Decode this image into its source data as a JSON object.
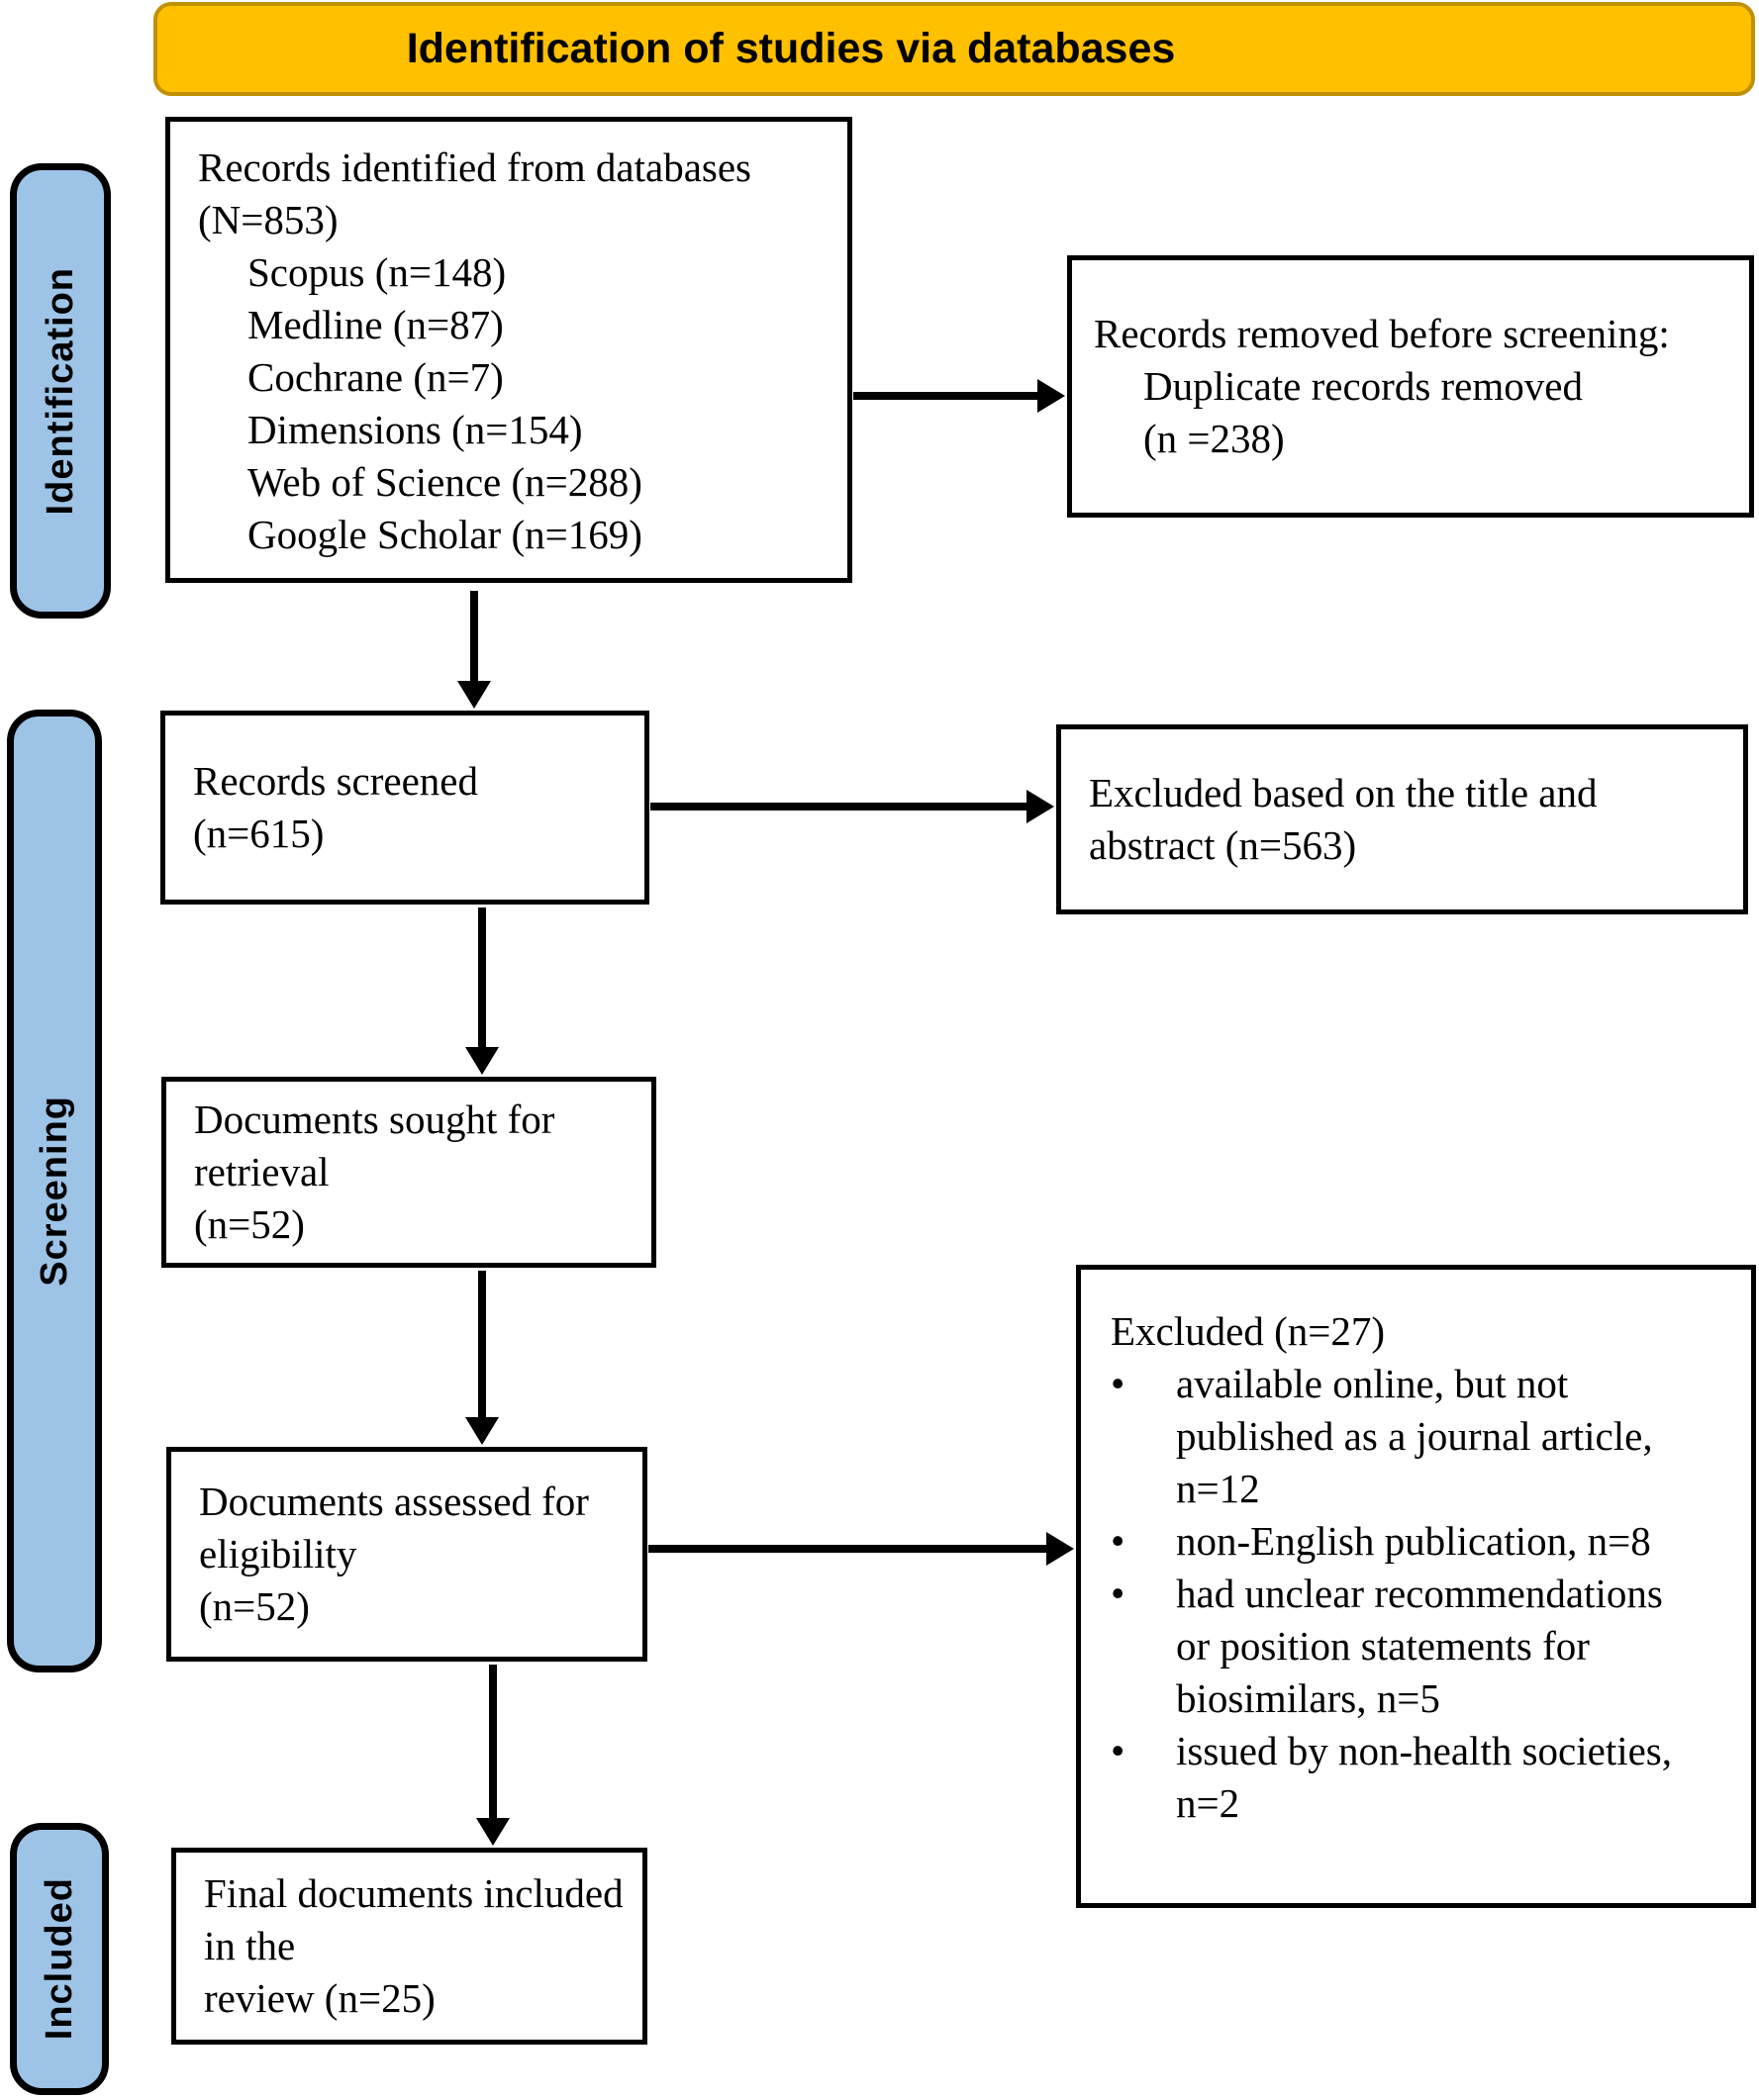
{
  "header": {
    "title": "Identification of studies via databases"
  },
  "colors": {
    "banner_bg": "#FFC000",
    "banner_border": "#BF9000",
    "stage_bg": "#9DC3E6",
    "stage_border": "#000000",
    "box_border": "#000000",
    "arrow": "#000000"
  },
  "stages": {
    "identification": "Identification",
    "screening": "Screening",
    "included": "Included"
  },
  "boxes": {
    "identified": {
      "intro": "Records identified from databases\n(N=853)",
      "databases": [
        "Scopus (n=148)",
        "Medline (n=87)",
        "Cochrane (n=7)",
        "Dimensions (n=154)",
        "Web of Science (n=288)",
        "Google Scholar (n=169)"
      ]
    },
    "removed": {
      "intro": "Records removed before screening:",
      "detail": "Duplicate records removed\n(n =238)"
    },
    "screened": {
      "text": "Records screened\n(n=615)"
    },
    "excluded_title_abstract": {
      "text": "Excluded based on the title and\nabstract (n=563)"
    },
    "sought": {
      "text": "Documents sought for retrieval\n(n=52)"
    },
    "excluded_eligibility": {
      "intro": "Excluded (n=27)",
      "bullet_glyph": "•",
      "bullets": [
        "available online, but not\npublished as a journal article,\nn=12",
        "non-English publication, n=8",
        "had unclear recommendations\nor position statements for\nbiosimilars, n=5",
        "issued by non-health societies,\nn=2"
      ]
    },
    "assessed": {
      "text": "Documents assessed for eligibility\n(n=52)"
    },
    "final": {
      "text": "Final documents included in the\nreview (n=25)"
    }
  }
}
